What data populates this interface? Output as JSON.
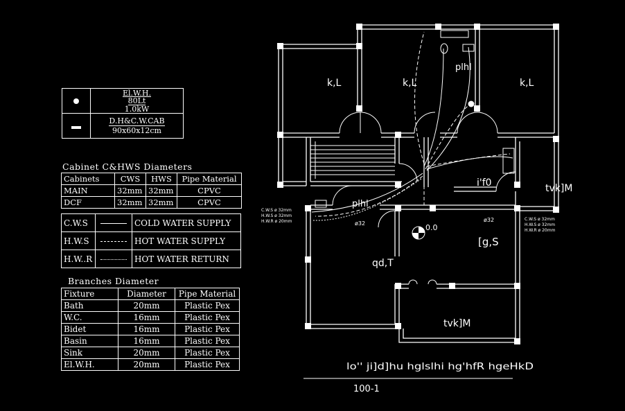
{
  "legend_box": {
    "row1_title": "El.W.H.",
    "row1_sub1": "80Lt",
    "row1_sub2": "1.0kW",
    "row2_title": "D.H&C.W.CAB",
    "row2_sub": "90x60x12cm"
  },
  "cabinet_table": {
    "title": "Cabinet C&HWS Diameters",
    "headers": [
      "Cabinets",
      "CWS",
      "HWS",
      "Pipe Material"
    ],
    "rows": [
      [
        "MAIN",
        "32mm",
        "32mm",
        "CPVC"
      ],
      [
        "DCF",
        "32mm",
        "32mm",
        "CPVC"
      ]
    ]
  },
  "line_legend": {
    "rows": [
      {
        "code": "C.W.S",
        "line": "solid",
        "label": "COLD WATER SUPPLY"
      },
      {
        "code": "H.W.S",
        "line": "dashed",
        "label": "HOT WATER SUPPLY"
      },
      {
        "code": "H.W..R",
        "line": "dashdot",
        "label": "HOT WATER RETURN"
      }
    ]
  },
  "branches_table": {
    "title": "Branches Diameter",
    "headers": [
      "Fixture",
      "Diameter",
      "Pipe Material"
    ],
    "rows": [
      [
        "Bath",
        "20mm",
        "Plastic Pex"
      ],
      [
        "W.C.",
        "16mm",
        "Plastic Pex"
      ],
      [
        "Bidet",
        "16mm",
        "Plastic Pex"
      ],
      [
        "Basin",
        "16mm",
        "Plastic Pex"
      ],
      [
        "Sink",
        "20mm",
        "Plastic Pex"
      ],
      [
        "El.W.H.",
        "20mm",
        "Plastic Pex"
      ]
    ]
  },
  "plan": {
    "rooms": {
      "bed1": "k,L",
      "bed2": "k,L",
      "bed3": "k,L",
      "bath_top": "plhl",
      "kitchen": "i'f0",
      "balcony_right": "tvk]M",
      "bath_small": "plhl",
      "living": "[g,S",
      "room_left": "qd,T",
      "balcony_bottom": "tvk]M"
    },
    "level_mark": "0.0",
    "pipe_size_1": "ø32",
    "pipe_size_2": "ø32",
    "note_left": [
      "C.W.S ø 32mm",
      "H.W.S ø 32mm",
      "H.W.R ø 20mm"
    ],
    "note_right": [
      "C.W.S ø 32mm",
      "H.W.S ø 32mm",
      "H.W.R ø 20mm"
    ],
    "drawing_title": "lo''  ji]d]hu hglslhi hg'hfR hgeHkD",
    "scale": "100-1"
  },
  "colors": {
    "background": "#000000",
    "lines": "#ffffff"
  }
}
